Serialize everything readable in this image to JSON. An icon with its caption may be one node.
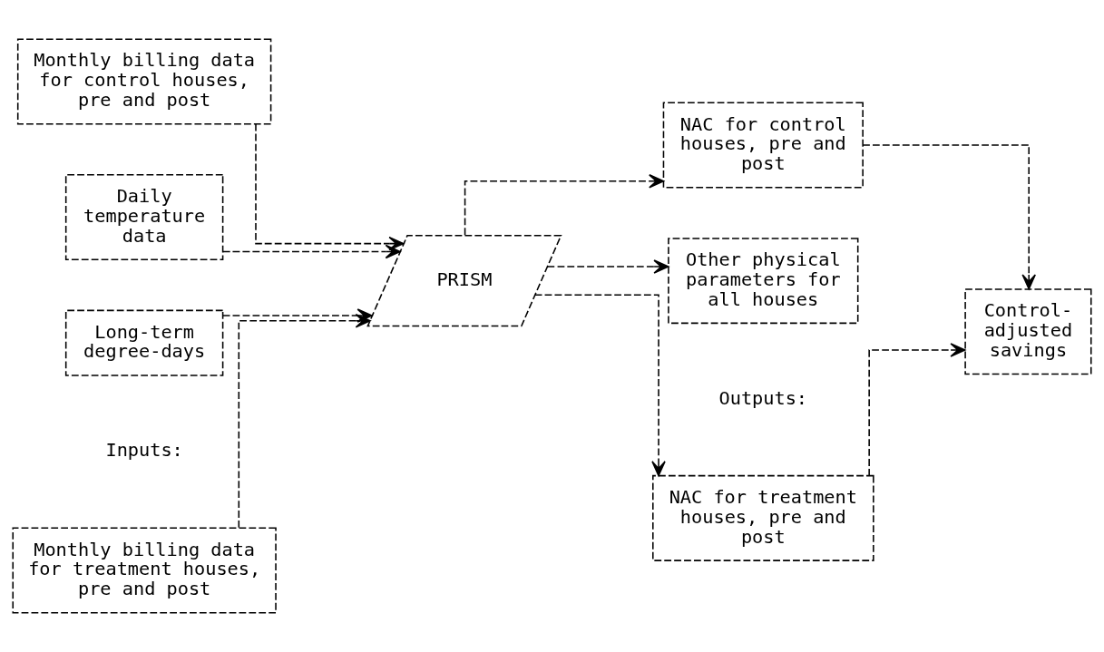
{
  "diagram": {
    "nodes": [
      {
        "text": [
          "Monthly billing data for treatment houses, pre and post"
        ]
      },
      {
        "text": [
          "Monthly billing data for control houses, pre and post"
        ]
      },
      {
        "text": [
          "Daily temperature data"
        ]
      },
      {
        "text": [
          "Long-term degree-days"
        ]
      },
      {
        "text": [
          "PRISM"
        ]
      },
      {
        "text": [
          "NAC for treatment houses, pre and post"
        ]
      },
      {
        "text": [
          "NAC for control houses, pre and post"
        ]
      },
      {
        "text": [
          "Other physical parameters for all houses"
        ]
      },
      {
        "text": [
          "Control-adjusted savings"
        ]
      }
    ],
    "edges": [
      {
        "from": 0,
        "to": 4,
        "arrow": "to"
      },
      {
        "from": 1,
        "to": 4,
        "arrow": "to"
      },
      {
        "from": 2,
        "to": 4,
        "arrow": "to"
      },
      {
        "from": 3,
        "to": 4,
        "arrow": "to"
      },
      {
        "from": 4,
        "to": 5,
        "arrow": "to"
      },
      {
        "from": 4,
        "to": 6,
        "arrow": "to"
      },
      {
        "from": 4,
        "to": 7,
        "arrow": "to"
      },
      {
        "from": 5,
        "to": 8,
        "arrow": "to"
      },
      {
        "from": 6,
        "to": 8,
        "arrow": "to"
      }
    ],
    "labels": [
      "Inputs:",
      "Outputs:"
    ]
  }
}
